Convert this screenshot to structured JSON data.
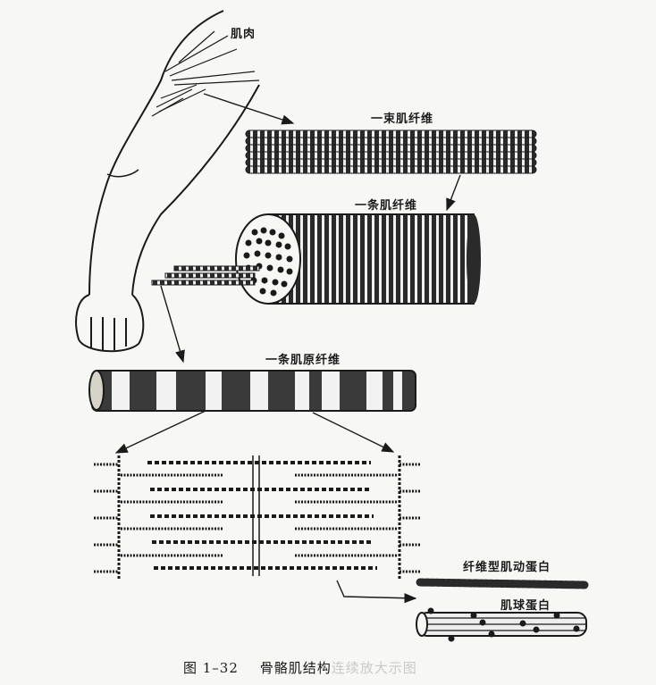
{
  "figure": {
    "number": "图 1–32",
    "caption_visible": "骨骼肌结构",
    "caption_faded": "连续放大示图",
    "labels": {
      "muscle": "肌肉",
      "fiber_bundle": "一束肌纤维",
      "single_fiber": "一条肌纤维",
      "myofibril": "一条肌原纤维",
      "actin": "纤维型肌动蛋白",
      "myosin": "肌球蛋白"
    }
  },
  "colors": {
    "ink": "#1a1a1a",
    "paper": "#f7f7f5"
  }
}
